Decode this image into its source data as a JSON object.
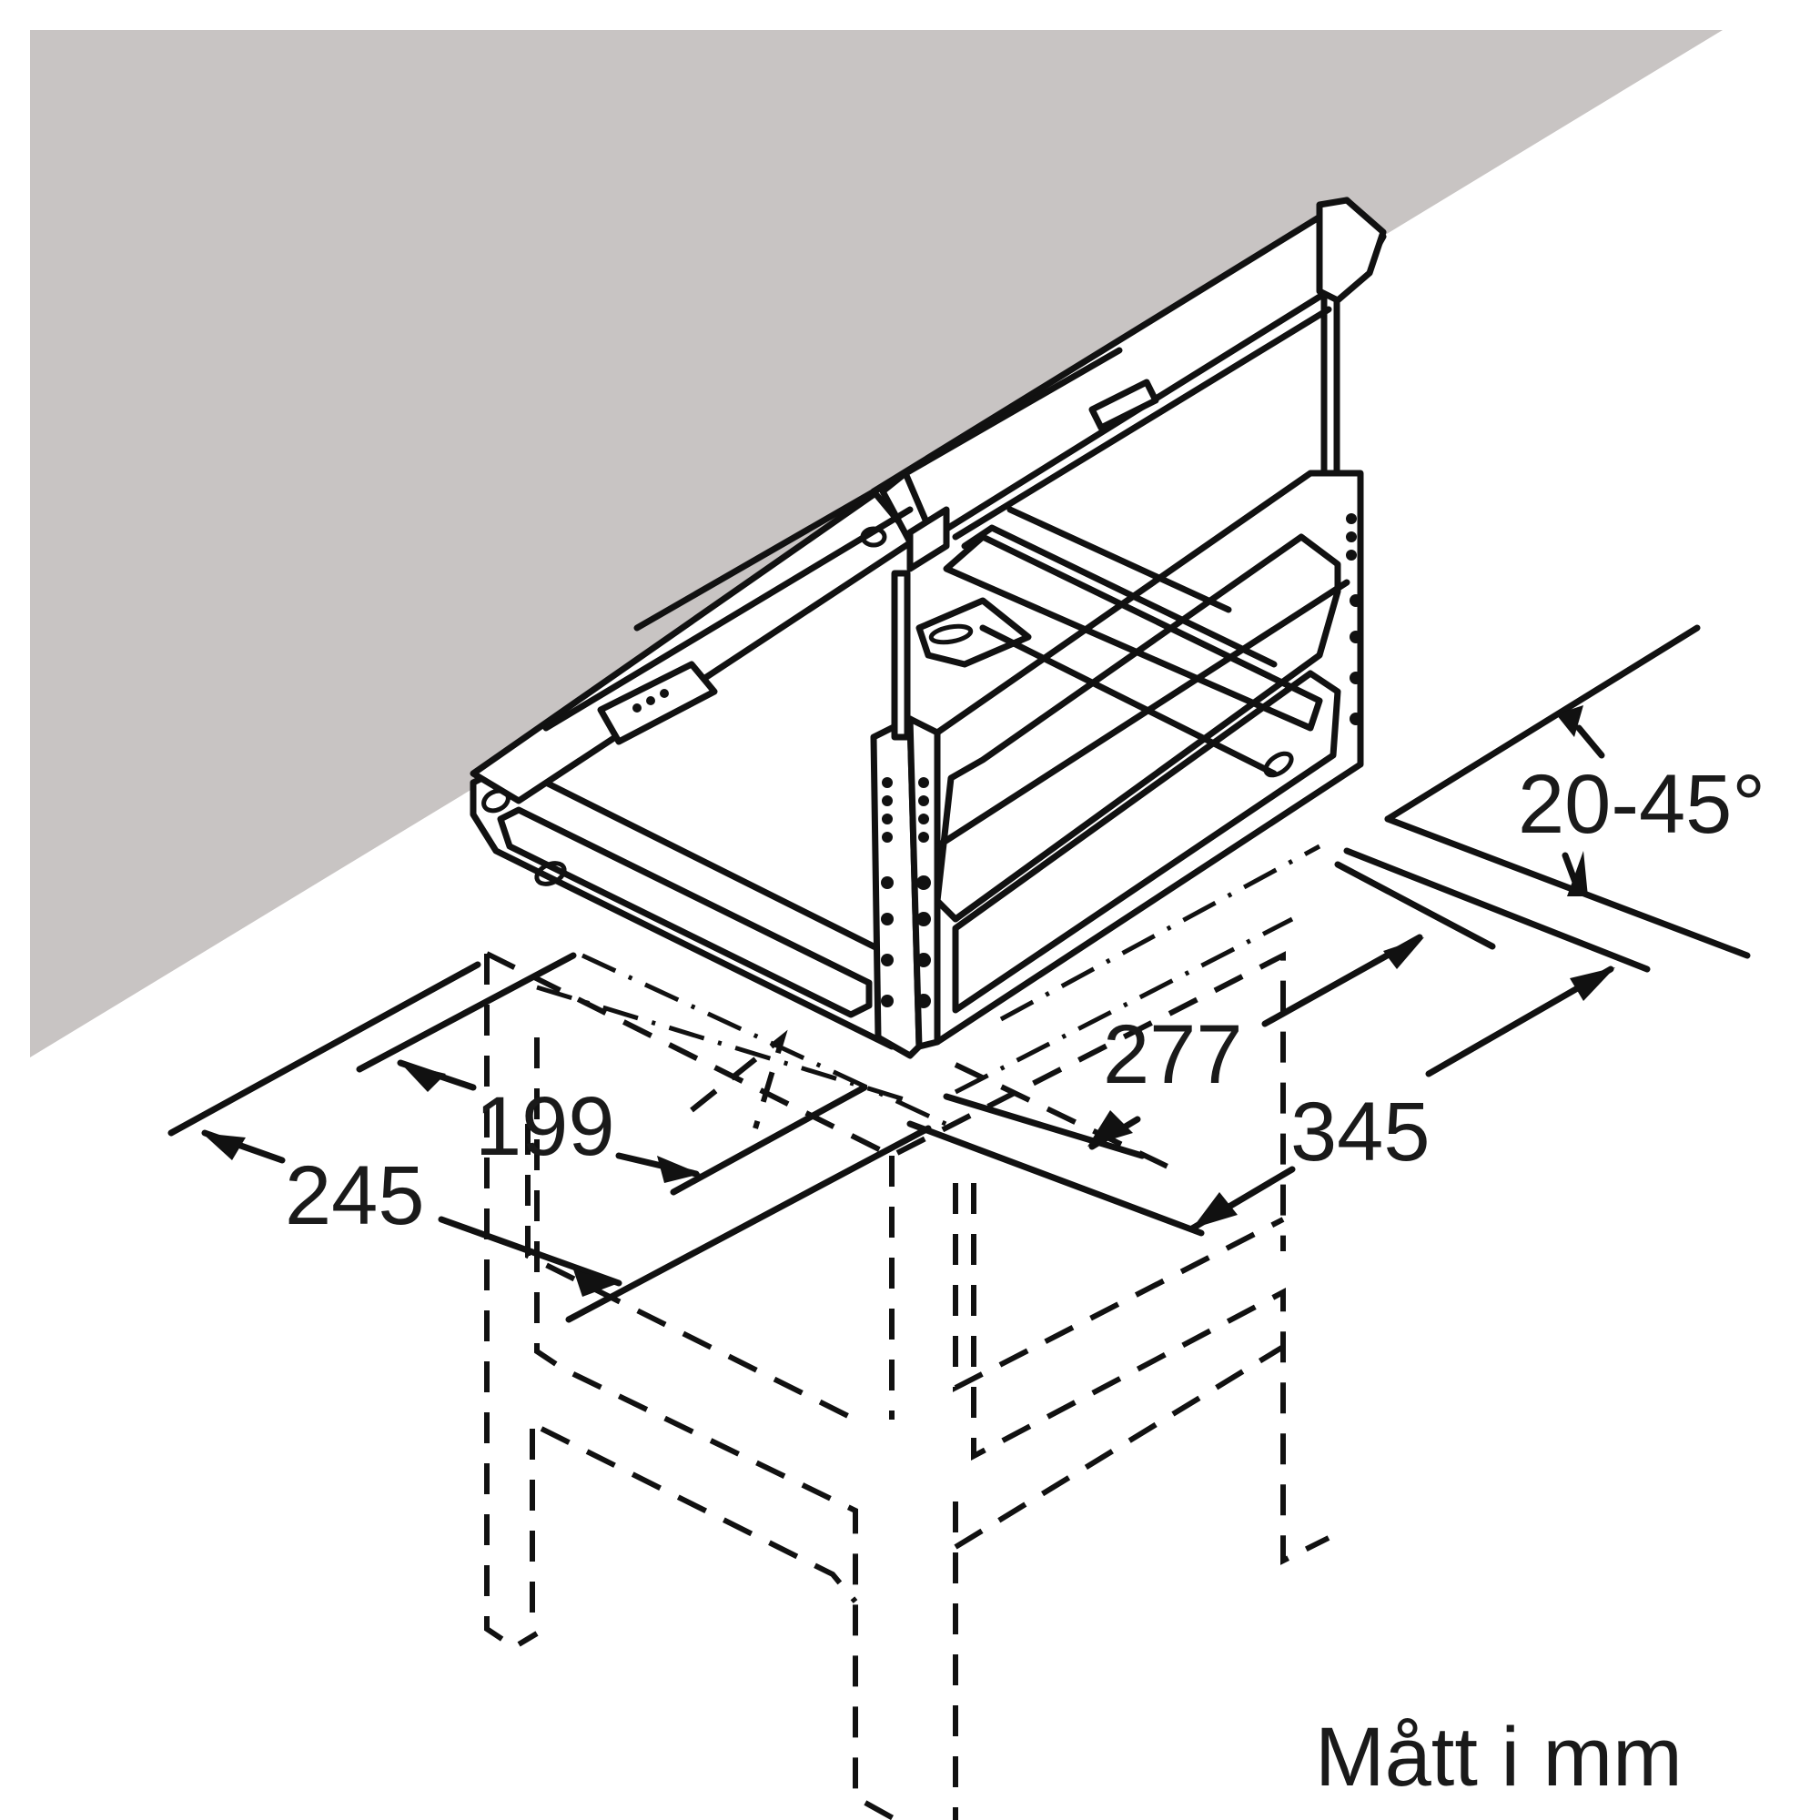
{
  "diagram": {
    "type": "installation-dimension-drawing",
    "subject": "lift-up shelf mechanism in wall cabinet",
    "colors": {
      "wall": "#c8c4c3",
      "line": "#111111",
      "background": "#ffffff"
    }
  },
  "dimensions": {
    "angle": "20-45°",
    "d199": "199",
    "d245": "245",
    "d277": "277",
    "d345": "345"
  },
  "footer": {
    "unit_note": "Mått i mm"
  }
}
